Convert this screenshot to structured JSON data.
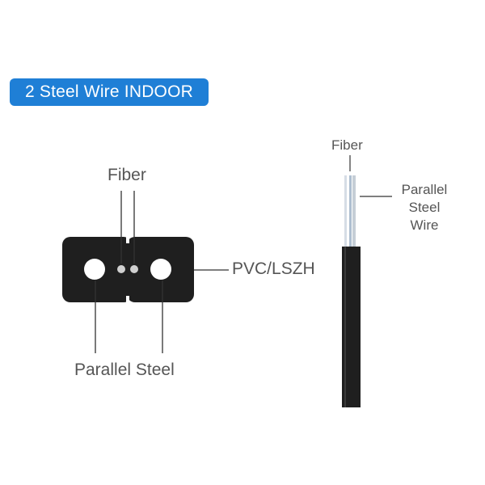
{
  "title": "2 Steel Wire INDOOR",
  "cross_section": {
    "fiber_label": "Fiber",
    "jacket_label": "PVC/LSZH",
    "steel_label": "Parallel Steel"
  },
  "side_view": {
    "fiber_label": "Fiber",
    "steel_wire_label_lines": [
      "Parallel",
      "Steel",
      "Wire"
    ]
  },
  "colors": {
    "badge": "#1f7fd6",
    "cable_jacket": "#1f1f1f",
    "label_text": "#555555",
    "leader_line": "#333333"
  }
}
